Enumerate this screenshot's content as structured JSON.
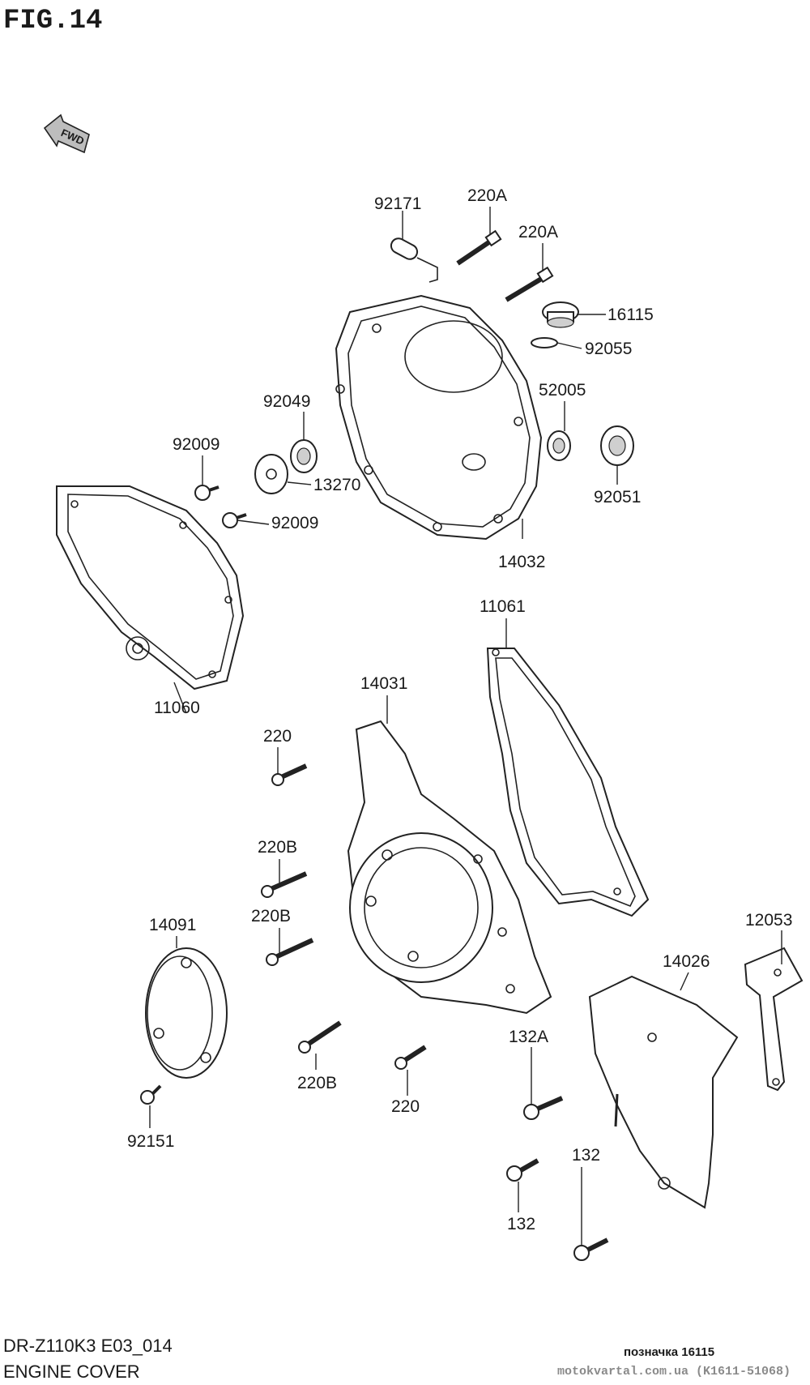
{
  "figure": {
    "title": "FIG.14",
    "fwd_label": "FWD",
    "model_code": "DR-Z110K3 E03_014",
    "section_name": "ENGINE COVER",
    "tag": "позначка 16115",
    "watermark": "motokvartal.com.ua (K1611-51068)"
  },
  "parts": {
    "p92171": "92171",
    "p220a_1": "220A",
    "p220a_2": "220A",
    "p16115": "16115",
    "p92055": "92055",
    "p52005": "52005",
    "p92049": "92049",
    "p92009_1": "92009",
    "p13270": "13270",
    "p92009_2": "92009",
    "p92051": "92051",
    "p14032": "14032",
    "p11060": "11060",
    "p11061": "11061",
    "p14031": "14031",
    "p220_1": "220",
    "p220b_1": "220B",
    "p220b_2": "220B",
    "p14091": "14091",
    "p220b_3": "220B",
    "p220_2": "220",
    "p92151": "92151",
    "p12053": "12053",
    "p14026": "14026",
    "p132a": "132A",
    "p132_1": "132",
    "p132_2": "132"
  }
}
